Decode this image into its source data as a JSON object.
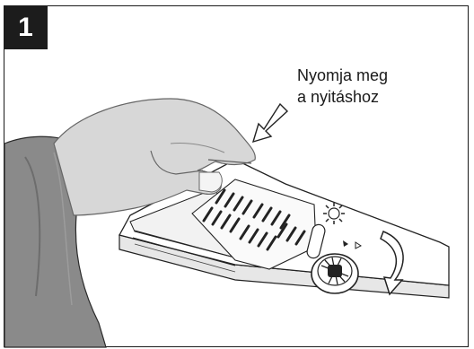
{
  "step": {
    "number": "1"
  },
  "caption": {
    "line1": "Nyomja meg",
    "line2": "a nyitáshoz"
  }
}
